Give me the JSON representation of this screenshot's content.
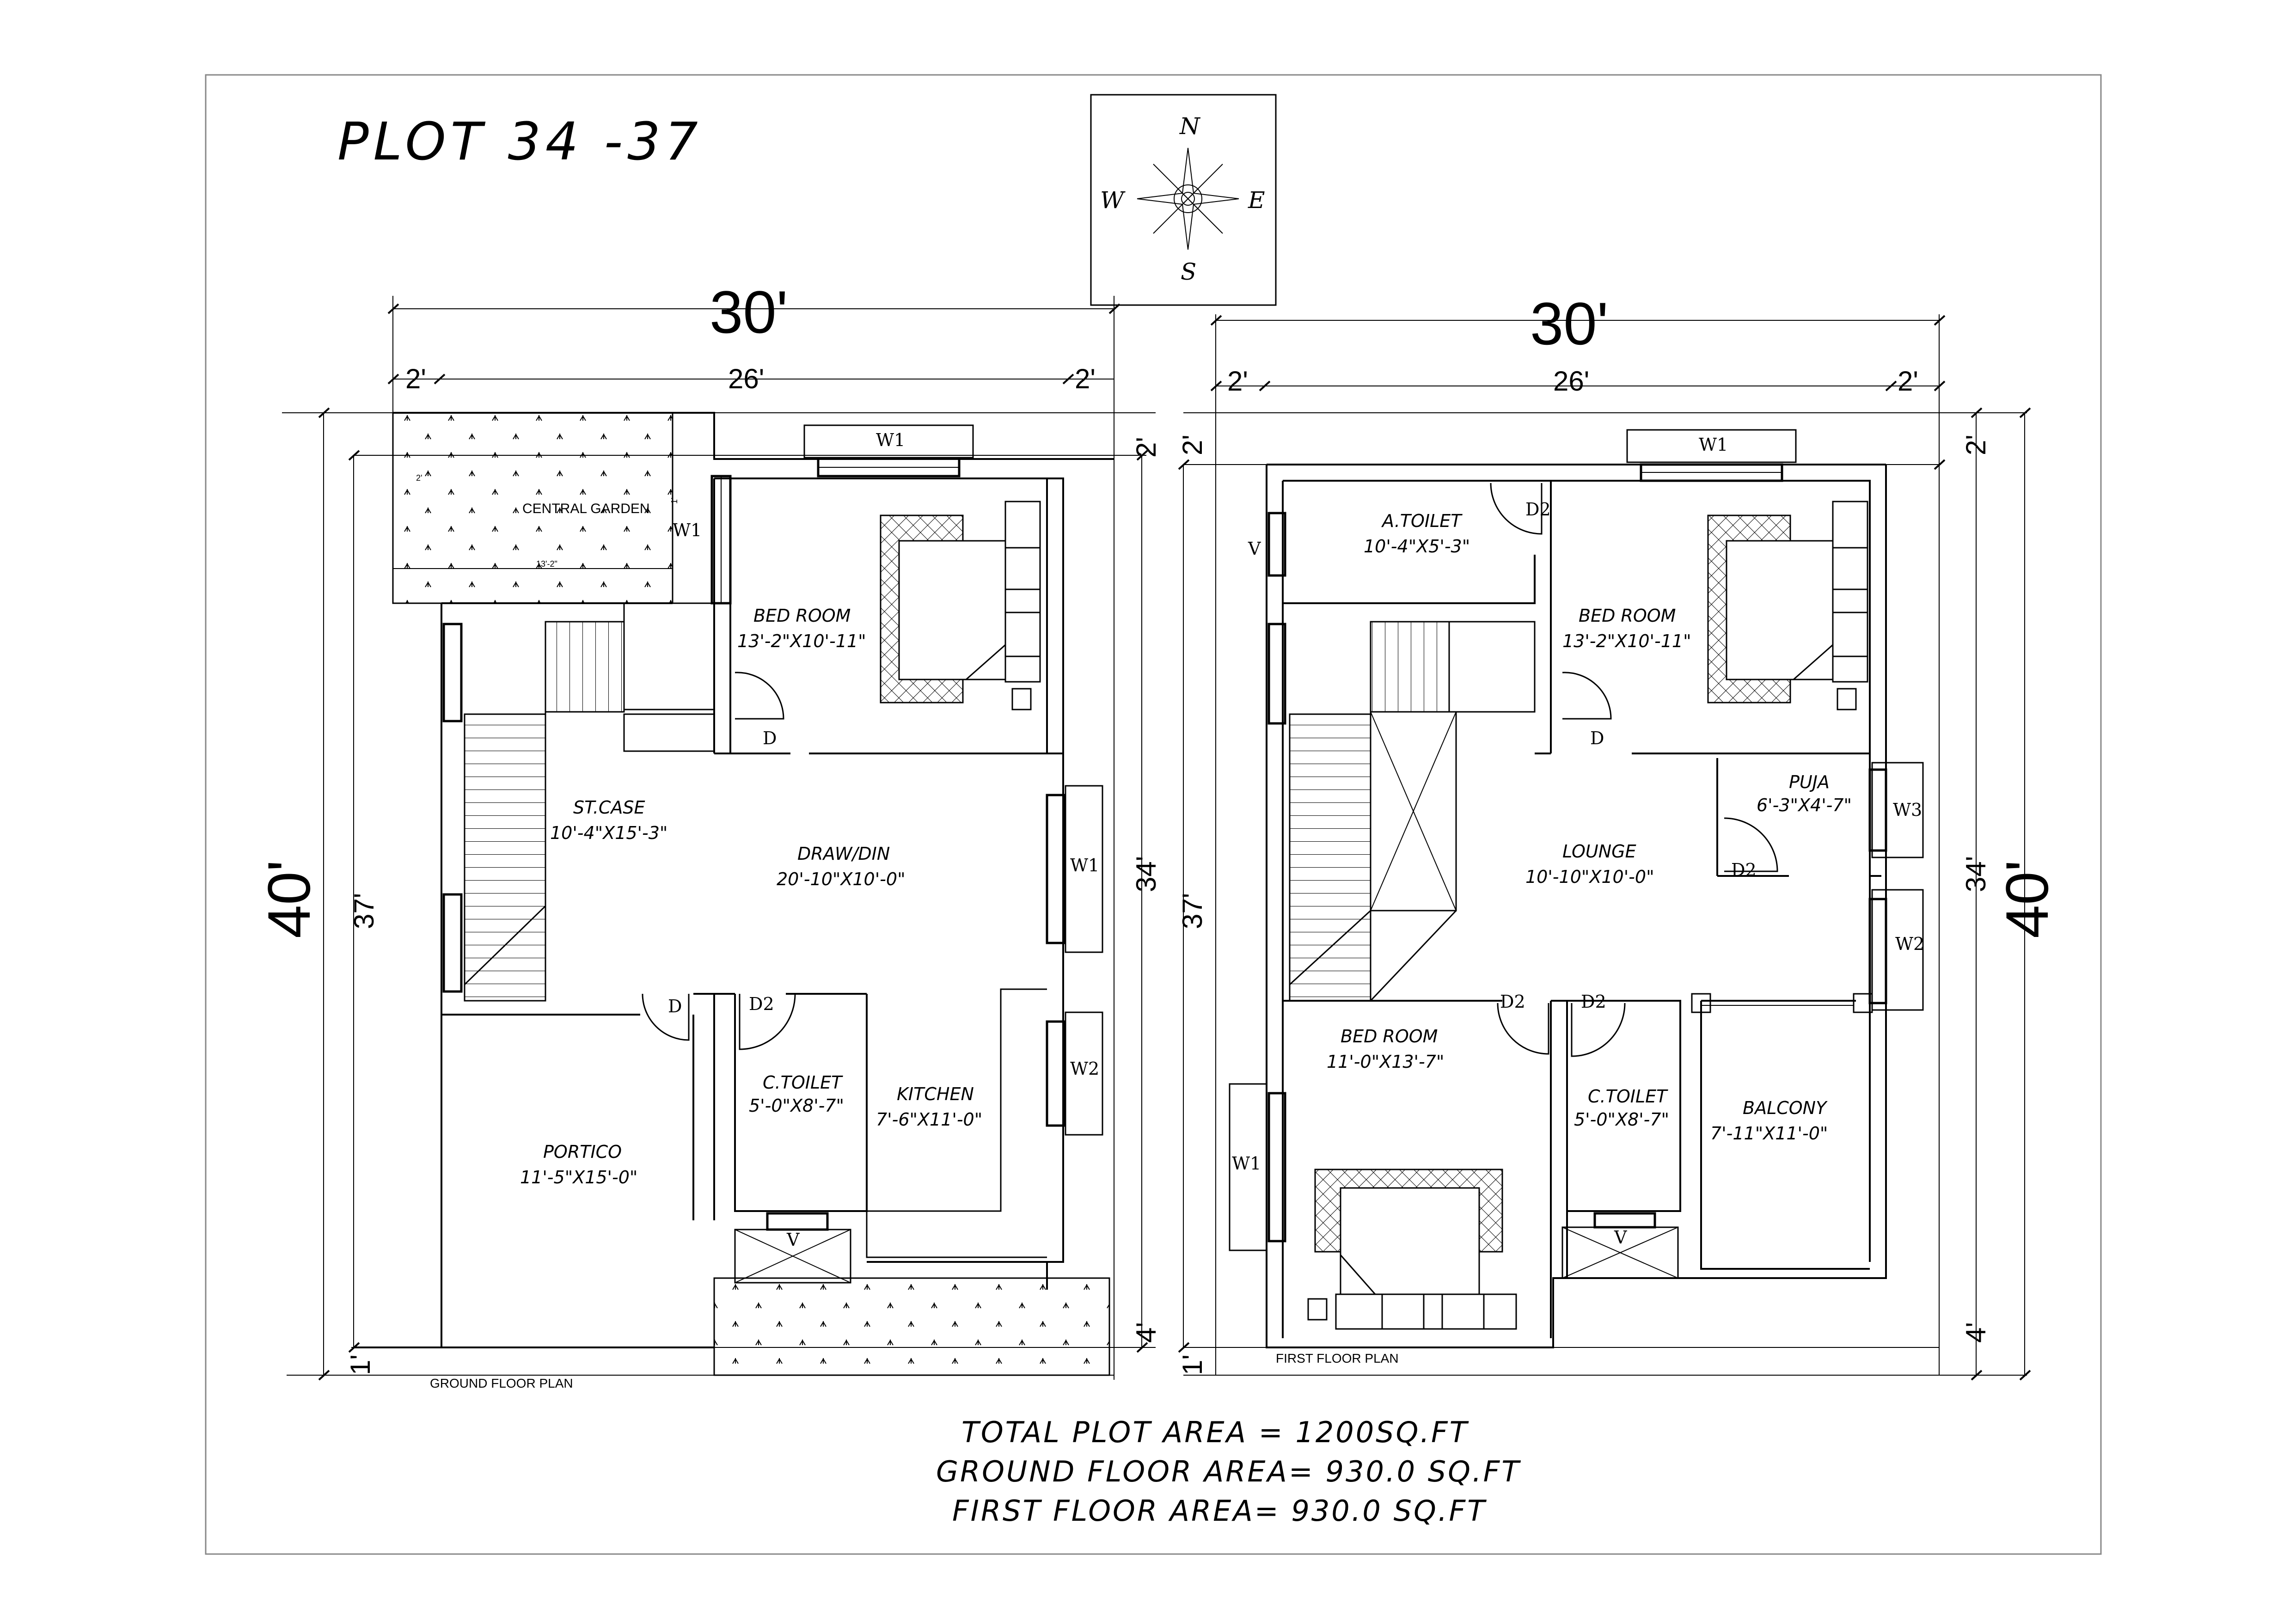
{
  "title": "PLOT 34 -37",
  "compass": {
    "n": "N",
    "s": "S",
    "e": "E",
    "w": "W"
  },
  "ground_floor": {
    "caption": "GROUND FLOOR PLAN",
    "dims": {
      "width": "30'",
      "inner": "26'",
      "side_left": "2'",
      "side_right": "2'",
      "depth": "40'",
      "left_depth": "37'",
      "right_depth": "34'",
      "top": "2'",
      "bottom_right": "4'",
      "bottom_left": "1'"
    },
    "rooms": {
      "garden": "CENTRAL GARDEN",
      "bed_room": {
        "name": "BED ROOM",
        "size": "13'-2\"X10'-11\""
      },
      "stair": {
        "name": "ST.CASE",
        "size": "10'-4\"X15'-3\""
      },
      "draw": {
        "name": "DRAW/DIN",
        "size": "20'-10\"X10'-0\""
      },
      "toilet": {
        "name": "C.TOILET",
        "size": "5'-0\"X8'-7\""
      },
      "kitchen": {
        "name": "KITCHEN",
        "size": "7'-6\"X11'-0\""
      },
      "portico": {
        "name": "PORTICO",
        "size": "11'-5\"X15'-0\""
      }
    },
    "tags": {
      "w1_top": "W1",
      "w1_left": "W1",
      "w1_right": "W1",
      "w2": "W2",
      "d_bed": "D",
      "d_draw": "D",
      "d2": "D2",
      "v": "V"
    },
    "garden_dims": {
      "a": "2'",
      "b": "13'-2\"",
      "c": "1'"
    }
  },
  "first_floor": {
    "caption": "FIRST FLOOR PLAN",
    "dims": {
      "width": "30'",
      "inner": "26'",
      "side_left": "2'",
      "side_right": "2'",
      "depth": "40'",
      "left_depth": "37'",
      "right_depth": "34'",
      "top_left": "2'",
      "top_right": "2'",
      "bottom_right": "4'",
      "bottom_left": "1'"
    },
    "rooms": {
      "atoilet": {
        "name": "A.TOILET",
        "size": "10'-4\"X5'-3\""
      },
      "bed1": {
        "name": "BED ROOM",
        "size": "13'-2\"X10'-11\""
      },
      "puja": {
        "name": "PUJA",
        "size": "6'-3\"X4'-7\""
      },
      "lounge": {
        "name": "LOUNGE",
        "size": "10'-10\"X10'-0\""
      },
      "bed2": {
        "name": "BED ROOM",
        "size": "11'-0\"X13'-7\""
      },
      "toilet": {
        "name": "C.TOILET",
        "size": "5'-0\"X8'-7\""
      },
      "balcony": {
        "name": "BALCONY",
        "size": "7'-11\"X11'-0\""
      }
    },
    "tags": {
      "w1_top": "W1",
      "w1_left": "W1",
      "w2": "W2",
      "w3": "W3",
      "v_top": "V",
      "v_bottom": "V",
      "d2_atoilet": "D2",
      "d_bed": "D",
      "d2_puja": "D2",
      "d2_bed2": "D2",
      "d2_toilet": "D2"
    }
  },
  "totals": {
    "plot": "TOTAL PLOT AREA = 1200SQ.FT",
    "ground": "GROUND FLOOR AREA= 930.0 SQ.FT",
    "first": "FIRST FLOOR AREA= 930.0 SQ.FT"
  }
}
